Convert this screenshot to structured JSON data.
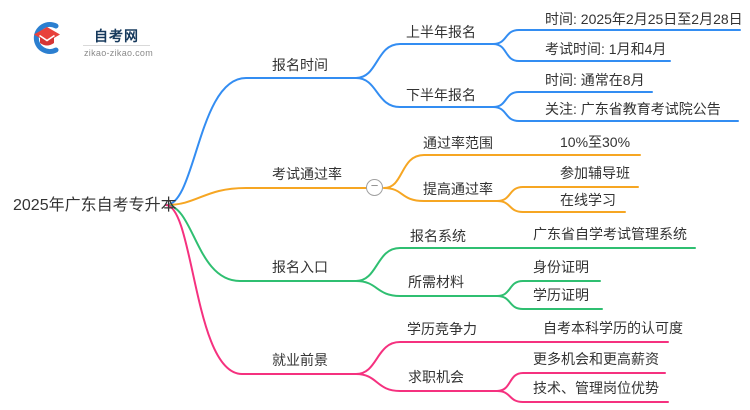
{
  "colors": {
    "blue": "#338df2",
    "orange": "#f6a623",
    "green": "#2fbf71",
    "pink": "#f5317f",
    "text": "#333333",
    "logo-navy": "#16395c",
    "logo-red": "#e8413c",
    "logo-blue": "#2b7fd0"
  },
  "logo": {
    "title": "自考网",
    "domain": "zikao-zikao.com"
  },
  "mindmap": {
    "root": "2025年广东自考专升本",
    "collapse_glyph": "−",
    "branches": [
      {
        "label": "报名时间",
        "color": "#338df2",
        "children": [
          {
            "label": "上半年报名",
            "children": [
              {
                "label": "时间: 2025年2月25日至2月28日"
              },
              {
                "label": "考试时间: 1月和4月"
              }
            ]
          },
          {
            "label": "下半年报名",
            "children": [
              {
                "label": "时间: 通常在8月"
              },
              {
                "label": "关注: 广东省教育考试院公告"
              }
            ]
          }
        ]
      },
      {
        "label": "考试通过率",
        "color": "#f6a623",
        "children": [
          {
            "label": "通过率范围",
            "children": [
              {
                "label": "10%至30%"
              }
            ]
          },
          {
            "label": "提高通过率",
            "children": [
              {
                "label": "参加辅导班"
              },
              {
                "label": "在线学习"
              }
            ]
          }
        ]
      },
      {
        "label": "报名入口",
        "color": "#2fbf71",
        "children": [
          {
            "label": "报名系统",
            "children": [
              {
                "label": "广东省自学考试管理系统"
              }
            ]
          },
          {
            "label": "所需材料",
            "children": [
              {
                "label": "身份证明"
              },
              {
                "label": "学历证明"
              }
            ]
          }
        ]
      },
      {
        "label": "就业前景",
        "color": "#f5317f",
        "children": [
          {
            "label": "学历竞争力",
            "children": [
              {
                "label": "自考本科学历的认可度"
              }
            ]
          },
          {
            "label": "求职机会",
            "children": [
              {
                "label": "更多机会和更高薪资"
              },
              {
                "label": "技术、管理岗位优势"
              }
            ]
          }
        ]
      }
    ]
  }
}
